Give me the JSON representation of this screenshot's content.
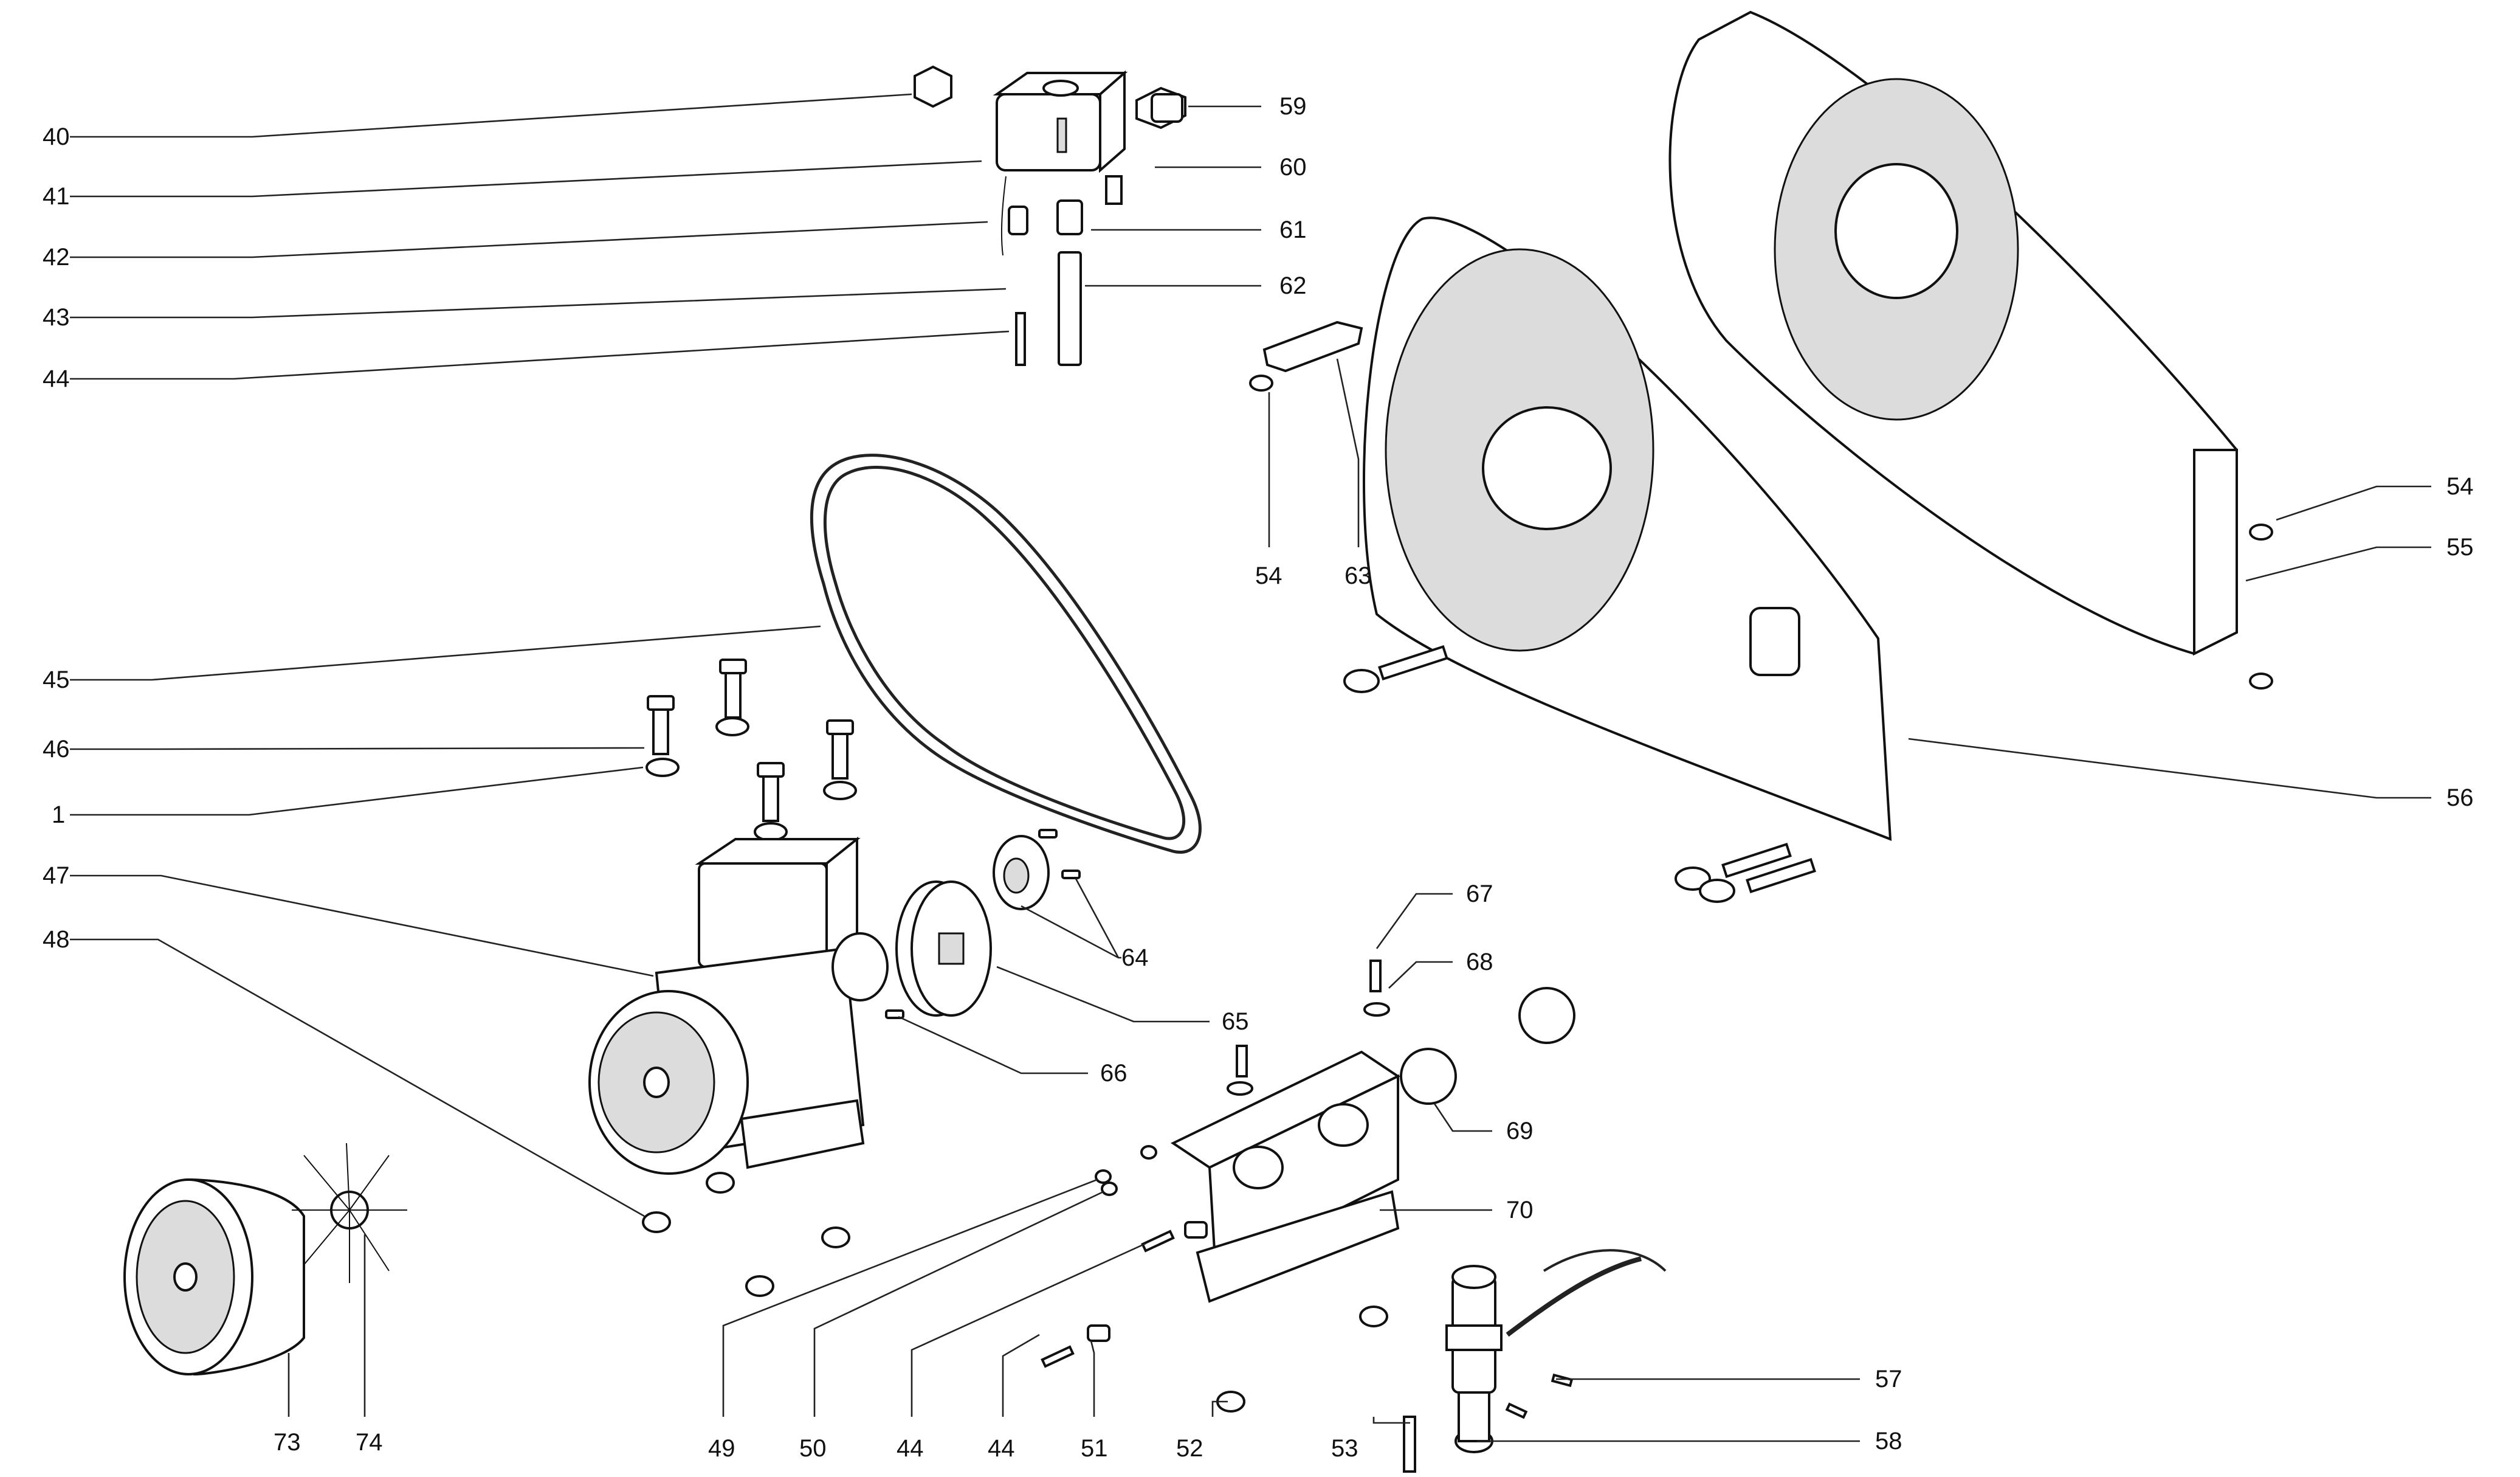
{
  "labels": {
    "l40": "40",
    "l41": "41",
    "l42": "42",
    "l43": "43",
    "l44a": "44",
    "l45": "45",
    "l46": "46",
    "l1": "1",
    "l47": "47",
    "l48": "48",
    "l59": "59",
    "l60": "60",
    "l61": "61",
    "l62": "62",
    "l54a": "54",
    "l63": "63",
    "l54b": "54",
    "l55": "55",
    "l56": "56",
    "l64": "64",
    "l65": "65",
    "l66": "66",
    "l67": "67",
    "l68": "68",
    "l69": "69",
    "l70": "70",
    "l57": "57",
    "l58": "58",
    "l73": "73",
    "l74": "74",
    "l49": "49",
    "l50": "50",
    "l44b": "44",
    "l44c": "44",
    "l51": "51",
    "l52": "52",
    "l53": "53"
  }
}
